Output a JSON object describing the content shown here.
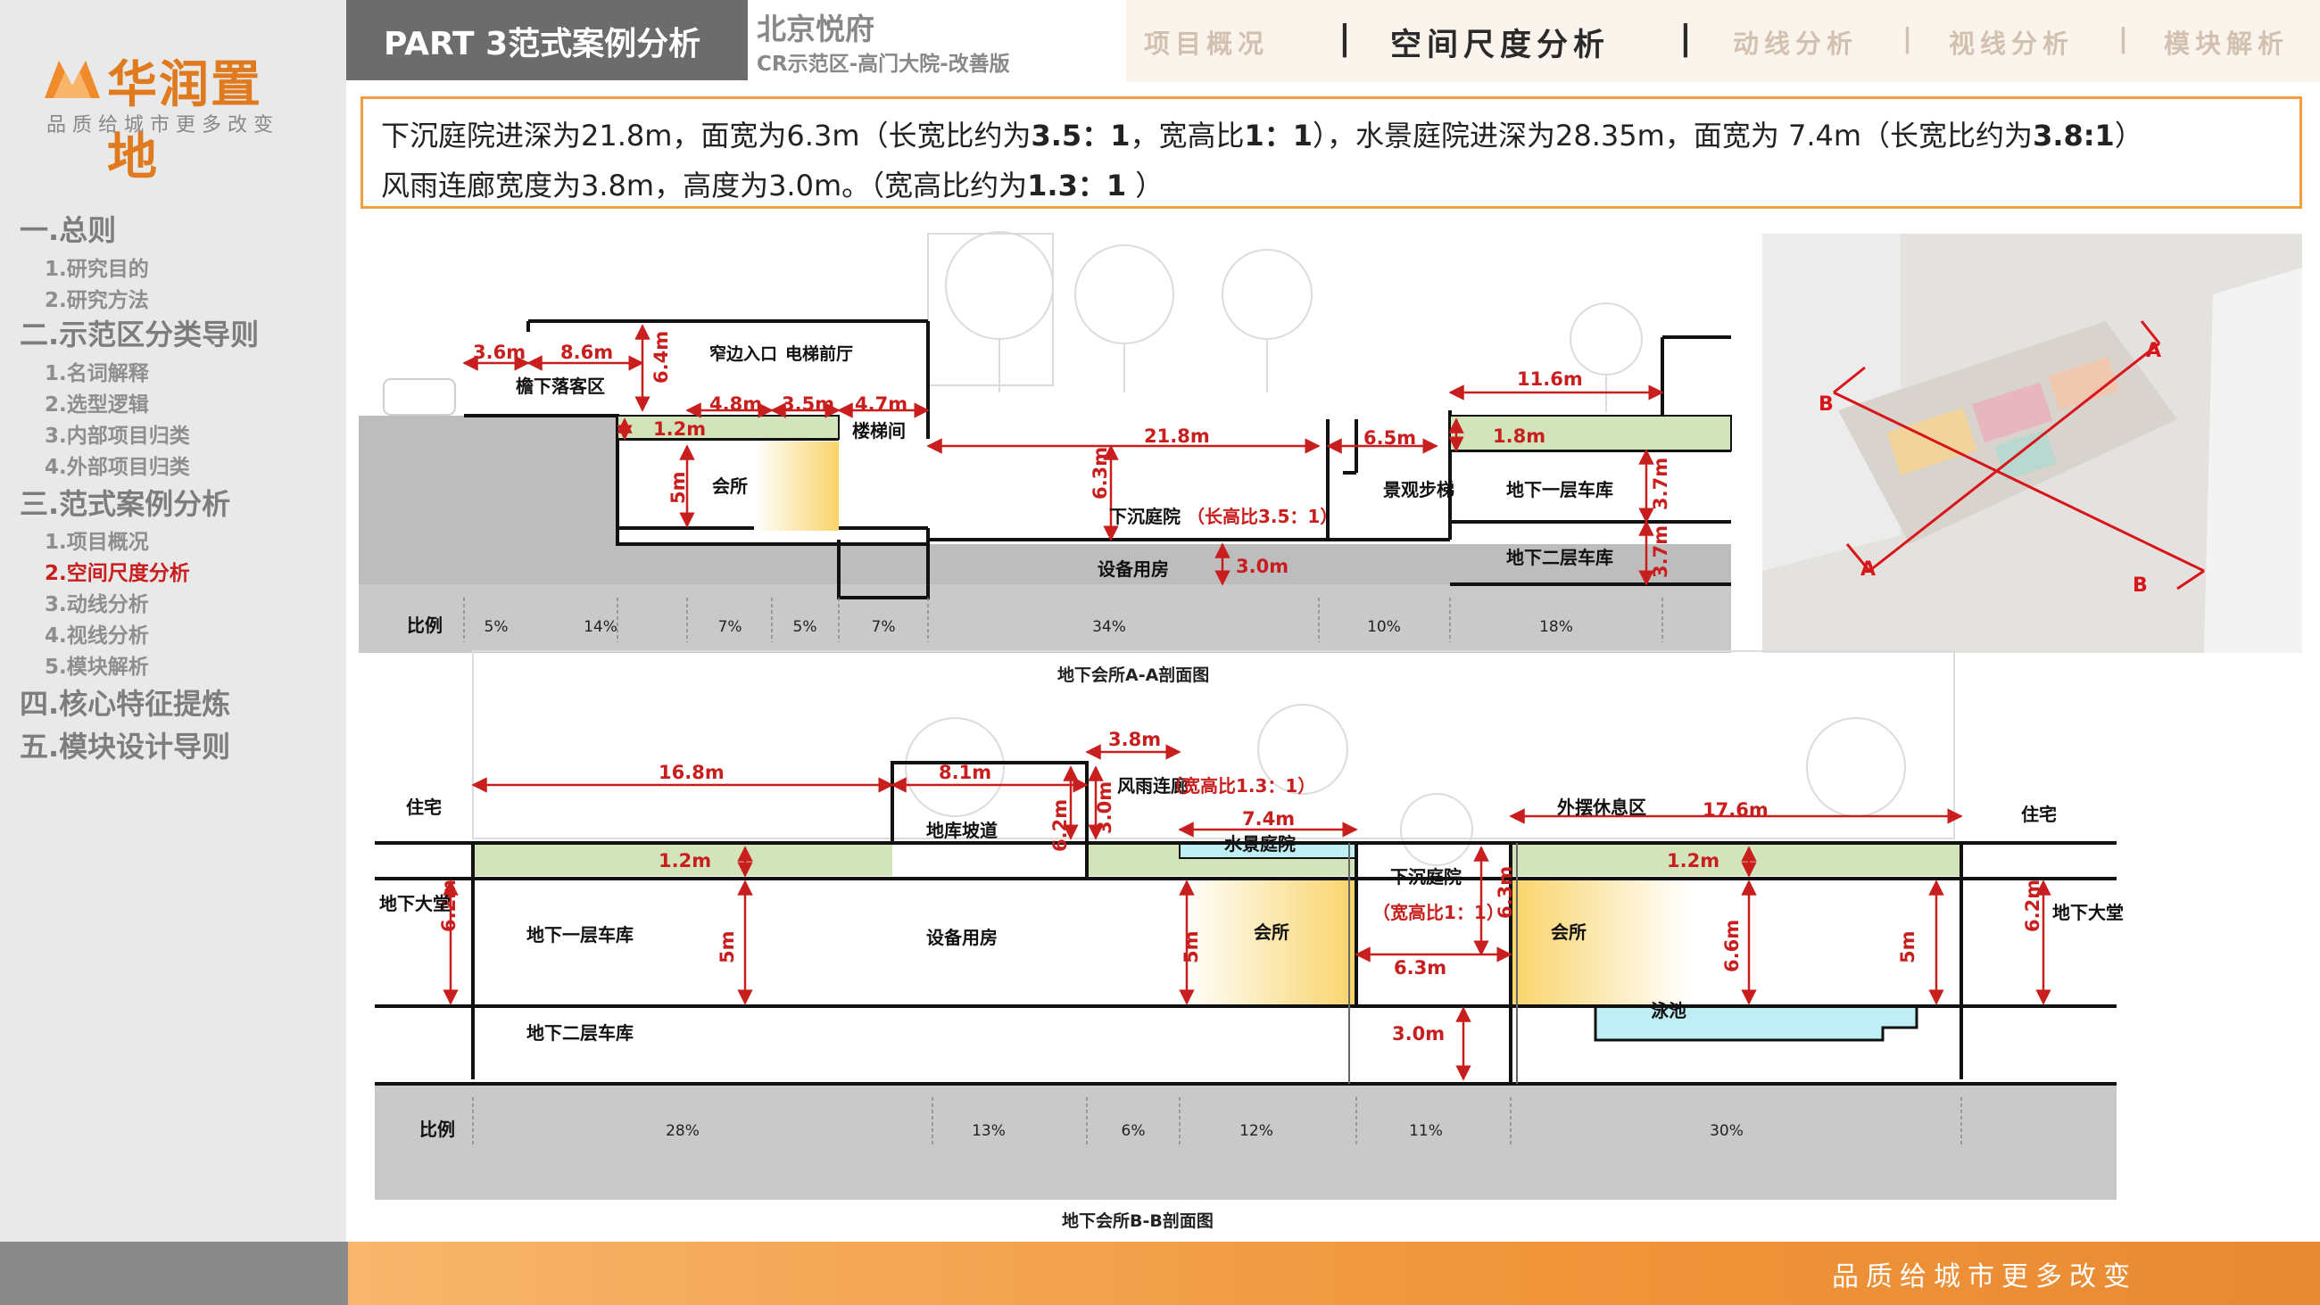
{
  "logo": {
    "brand": "华润置地",
    "slogan": "品质给城市更多改变"
  },
  "sidebar": {
    "sections": [
      {
        "label": "一.总则",
        "items": [
          "1.研究目的",
          "2.研究方法"
        ]
      },
      {
        "label": "二.示范区分类导则",
        "items": [
          "1.名词解释",
          "2.选型逻辑",
          "3.内部项目归类",
          "4.外部项目归类"
        ]
      },
      {
        "label": "三.范式案例分析",
        "items": [
          "1.项目概况",
          "2.空间尺度分析",
          "3.动线分析",
          "4.视线分析",
          "5.模块解析"
        ]
      },
      {
        "label": "四.核心特征提炼",
        "items": []
      },
      {
        "label": "五.模块设计导则",
        "items": []
      }
    ],
    "active_item": "2.空间尺度分析"
  },
  "header": {
    "part_title": "PART 3范式案例分析",
    "project_name": "北京悦府",
    "project_sub": "CR示范区-高门大院-改善版",
    "tabs": [
      "项目概况",
      "空间尺度分析",
      "动线分析",
      "视线分析",
      "模块解析"
    ],
    "active_tab": "空间尺度分析",
    "separator": "|"
  },
  "summary": {
    "line1": {
      "p1": "下沉庭院进深为21.8m，面宽为6.3m（长宽比约为",
      "b1": "3.5：1",
      "p2": "，宽高比",
      "b2": "1：1",
      "p3": "），水景庭院进深为28.35m，面宽为 7.4m（长宽比约为",
      "b3": "3.8:1",
      "p4": "）"
    },
    "line2": {
      "p1": "风雨连廊宽度为3.8m，高度为3.0m。（宽高比约为",
      "b1": "1.3：1",
      "p2": " ）"
    }
  },
  "section_aa": {
    "caption": "地下会所A-A剖面图",
    "labels": {
      "dropoff": "檐下落客区",
      "narrow_entry": "窄边入口",
      "elevator_hall": "电梯前厅",
      "stair": "楼梯间",
      "clubhouse": "会所",
      "sunken_court": "下沉庭院",
      "sunken_ratio": "（长高比3.5：1）",
      "equipment": "设备用房",
      "landscape_stair": "景观步梯",
      "garage_b1": "地下一层车库",
      "garage_b2": "地下二层车库",
      "ratio_label": "比例"
    },
    "dims": [
      "3.6m",
      "8.6m",
      "6.4m",
      "4.8m",
      "3.5m",
      "4.7m",
      "1.2m",
      "5m",
      "21.8m",
      "6.3m",
      "3.0m",
      "6.5m",
      "11.6m",
      "1.8m",
      "3.7m",
      "3.7m"
    ],
    "ratios": [
      "5%",
      "14%",
      "7%",
      "5%",
      "7%",
      "34%",
      "10%",
      "18%"
    ]
  },
  "section_bb": {
    "caption": "地下会所B-B剖面图",
    "labels": {
      "residence": "住宅",
      "lobby": "地下大堂",
      "garage_b1": "地下一层车库",
      "garage_b2": "地下二层车库",
      "ramp": "地库坡道",
      "equipment": "设备用房",
      "corridor": "风雨连廊",
      "corridor_ratio": "（宽高比1.3：1）",
      "water_court": "水景庭院",
      "clubhouse": "会所",
      "sunken_court": "下沉庭院",
      "sunken_ratio": "（宽高比1：1）",
      "rest_area": "外摆休息区",
      "pool": "泳池",
      "ratio_label": "比例"
    },
    "dims": [
      "16.8m",
      "8.1m",
      "3.8m",
      "6.2m",
      "3.0m",
      "7.4m",
      "1.2m",
      "5m",
      "6.3m",
      "6.3m",
      "3.0m",
      "17.6m",
      "1.2m",
      "6.6m",
      "5m",
      "6.2m",
      "6.2m",
      "5m"
    ],
    "ratios": [
      "28%",
      "13%",
      "6%",
      "12%",
      "11%",
      "30%"
    ]
  },
  "key_plan": {
    "marks": [
      "A",
      "A",
      "B",
      "B"
    ]
  },
  "footer": {
    "slogan": "品质给城市更多改变"
  },
  "colors": {
    "accent": "#e07a1e",
    "dim_red": "#c81e1e",
    "roof_green": "#d3e4bb",
    "pool": "#bff0f5"
  }
}
